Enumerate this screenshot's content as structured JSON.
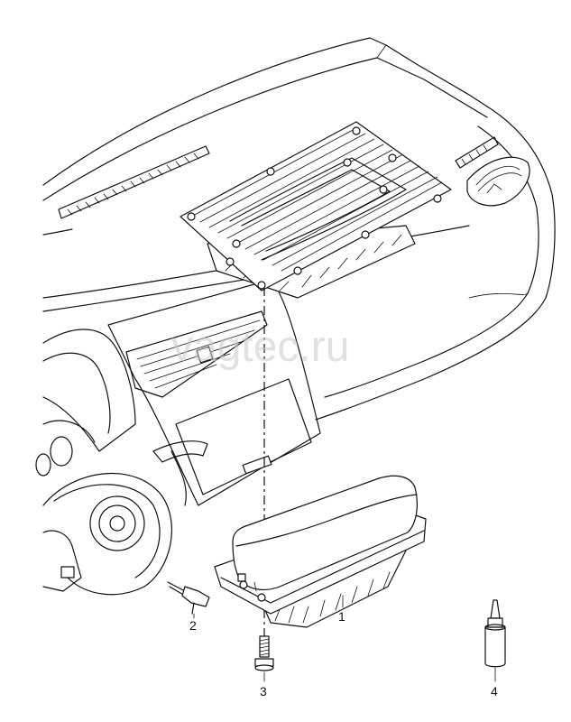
{
  "watermark": "vagtec.ru",
  "callouts": [
    {
      "id": "callout-1",
      "label": "1"
    },
    {
      "id": "callout-2",
      "label": "2"
    },
    {
      "id": "callout-3",
      "label": "3"
    },
    {
      "id": "callout-4",
      "label": "4"
    }
  ]
}
